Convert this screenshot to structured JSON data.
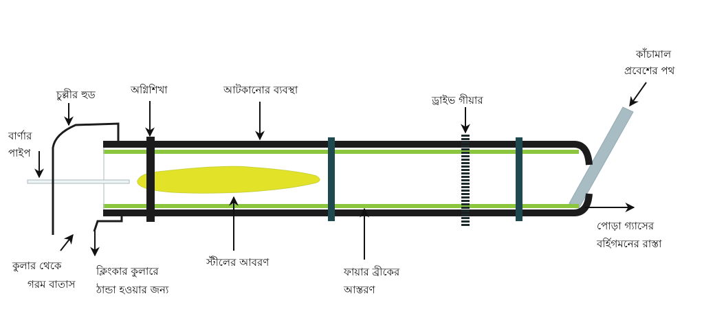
{
  "colors": {
    "shell": "#1c1c1c",
    "lining": "#8cc63f",
    "flame": "#e2e329",
    "ring": "#1e4a4f",
    "feed_pipe": "#a8bcc3"
  },
  "labels": {
    "feed_line1": "কাঁচামাল",
    "feed_line2": "প্রবেশের পথ",
    "hood": "চুল্লীর হুড",
    "flame": "অগ্নিশিখা",
    "support": "আটকানোর ব্যবস্থা",
    "drive_gear": "ড্রাইভ গীয়ার",
    "burner_line1": "বার্ণার",
    "burner_line2": "পাইপ",
    "exhaust_line1": "পোড়া গ্যাসের",
    "exhaust_line2": "বর্হিগমনের রাস্তা",
    "hot_air_line1": "কুলার থেকে",
    "hot_air_line2": "গরম বাতাস",
    "clinker_line1": "ক্লিংকার কুলারে",
    "clinker_line2": "ঠান্ডা হওয়ার জন্য",
    "steel_shell": "স্টীলের আবরণ",
    "brick_line1": "ফায়ার ব্রীকের",
    "brick_line2": "আস্তরণ"
  }
}
